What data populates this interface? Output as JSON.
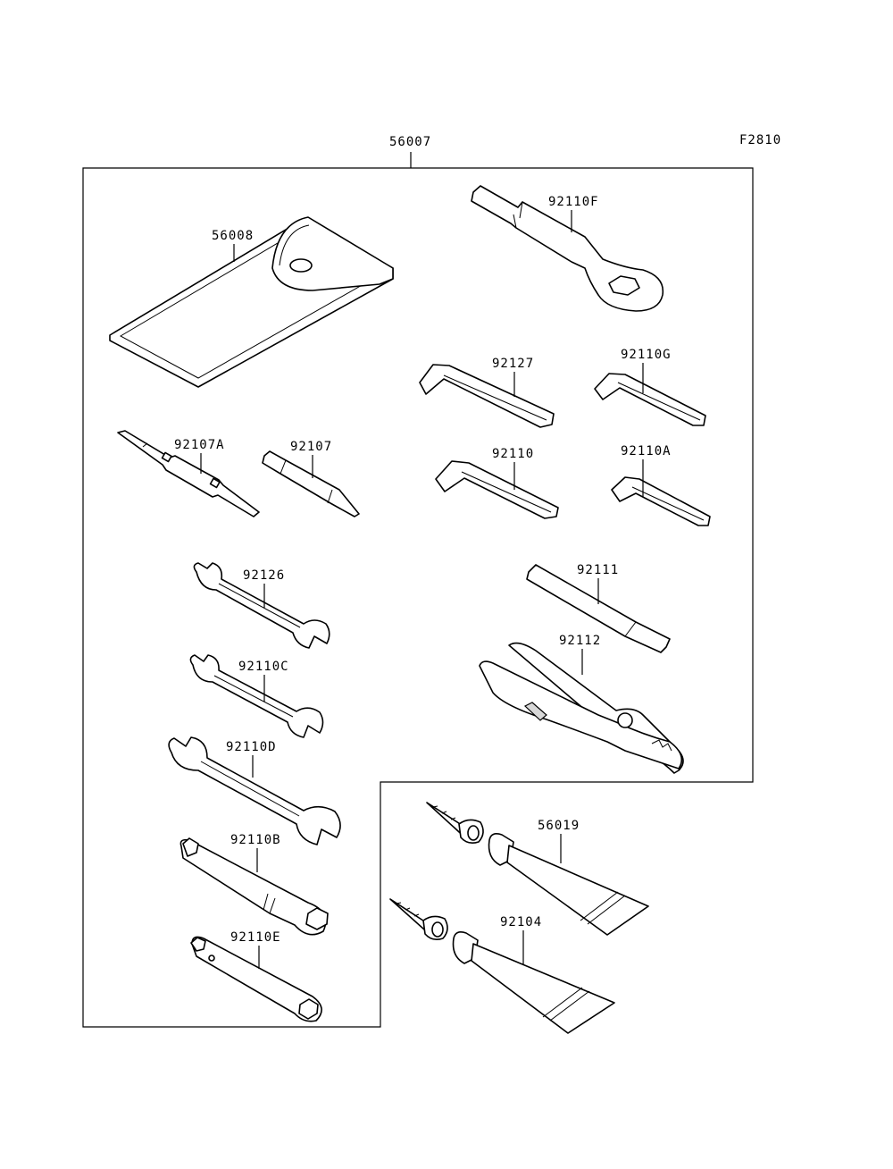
{
  "figure_code": "F2810",
  "assembly": {
    "part_no": "56007"
  },
  "parts": [
    {
      "id": "bag",
      "part_no": "56008"
    },
    {
      "id": "box-wrench-big",
      "part_no": "92110F"
    },
    {
      "id": "hex-key-1",
      "part_no": "92127"
    },
    {
      "id": "hex-key-2",
      "part_no": "92110G"
    },
    {
      "id": "hex-key-3",
      "part_no": "92110"
    },
    {
      "id": "hex-key-4",
      "part_no": "92110A"
    },
    {
      "id": "screwdriver-a",
      "part_no": "92107A"
    },
    {
      "id": "screwdriver-b",
      "part_no": "92107"
    },
    {
      "id": "wrench-1",
      "part_no": "92126"
    },
    {
      "id": "wrench-2",
      "part_no": "92110C"
    },
    {
      "id": "wrench-3",
      "part_no": "92110D"
    },
    {
      "id": "handle-bar",
      "part_no": "92111"
    },
    {
      "id": "pliers",
      "part_no": "92112"
    },
    {
      "id": "socket-b",
      "part_no": "92110B"
    },
    {
      "id": "socket-e",
      "part_no": "92110E"
    },
    {
      "id": "tube-1",
      "part_no": "56019"
    },
    {
      "id": "tube-2",
      "part_no": "92104"
    }
  ]
}
